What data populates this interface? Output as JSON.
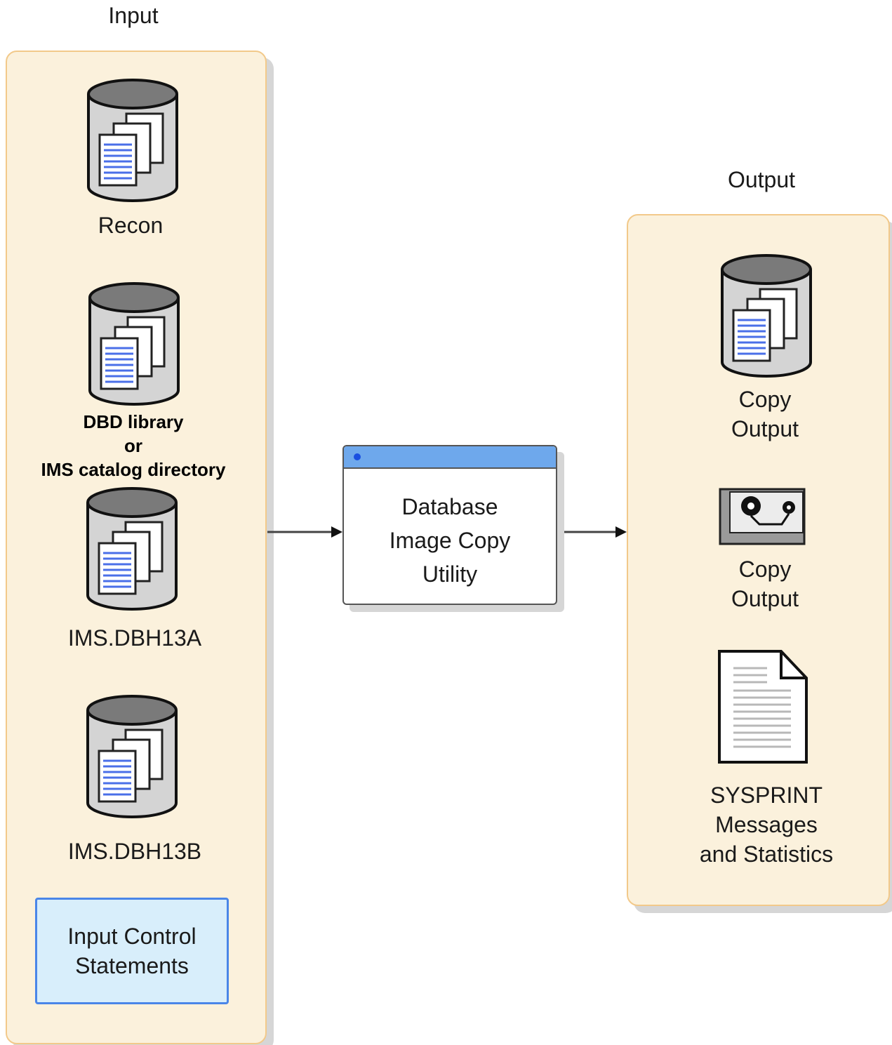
{
  "input": {
    "heading": "Input",
    "recon_label": "Recon",
    "dbd_line1": "DBD library",
    "dbd_line2": "or",
    "dbd_line3": "IMS catalog directory",
    "dbh13a_label": "IMS.DBH13A",
    "dbh13b_label": "IMS.DBH13B",
    "control_line1": "Input Control",
    "control_line2": "Statements"
  },
  "utility": {
    "line1": "Database",
    "line2": "Image Copy",
    "line3": "Utility"
  },
  "output": {
    "heading": "Output",
    "copy1_line1": "Copy",
    "copy1_line2": "Output",
    "copy2_line1": "Copy",
    "copy2_line2": "Output",
    "sysprint_line1": "SYSPRINT",
    "sysprint_line2": "Messages",
    "sysprint_line3": "and Statistics"
  }
}
